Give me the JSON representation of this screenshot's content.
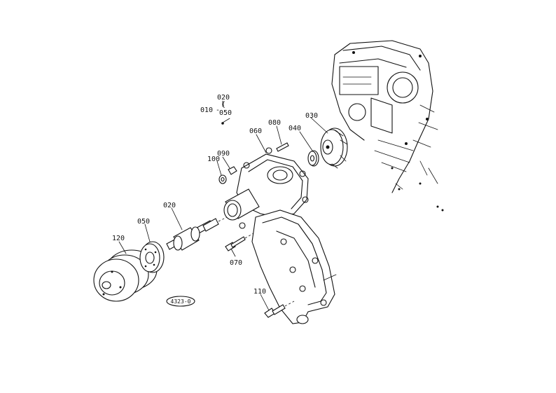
{
  "labels": {
    "l010": "010",
    "l020_top": "020",
    "l050_top": "050",
    "l060": "060",
    "l080": "080",
    "l040": "040",
    "l030": "030",
    "l090": "090",
    "l100": "100",
    "l020": "020",
    "l050": "050",
    "l120": "120",
    "l070": "070",
    "l110": "110",
    "ref_code": "4323-0"
  }
}
